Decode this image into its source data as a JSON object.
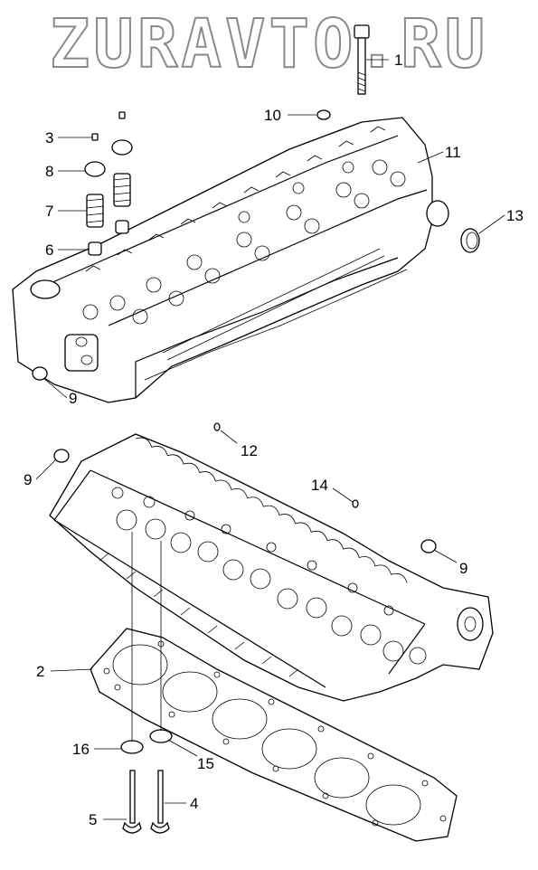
{
  "watermark": "ZURAVTO.RU",
  "callouts": [
    {
      "id": "c1",
      "label": "1"
    },
    {
      "id": "c10",
      "label": "10"
    },
    {
      "id": "c3",
      "label": "3"
    },
    {
      "id": "c8",
      "label": "8"
    },
    {
      "id": "c7",
      "label": "7"
    },
    {
      "id": "c6",
      "label": "6"
    },
    {
      "id": "c11",
      "label": "11"
    },
    {
      "id": "c13",
      "label": "13"
    },
    {
      "id": "c9a",
      "label": "9"
    },
    {
      "id": "c12",
      "label": "12"
    },
    {
      "id": "c9b",
      "label": "9"
    },
    {
      "id": "c14",
      "label": "14"
    },
    {
      "id": "c9c",
      "label": "9"
    },
    {
      "id": "c2",
      "label": "2"
    },
    {
      "id": "c16",
      "label": "16"
    },
    {
      "id": "c15",
      "label": "15"
    },
    {
      "id": "c5",
      "label": "5"
    },
    {
      "id": "c4",
      "label": "4"
    }
  ]
}
